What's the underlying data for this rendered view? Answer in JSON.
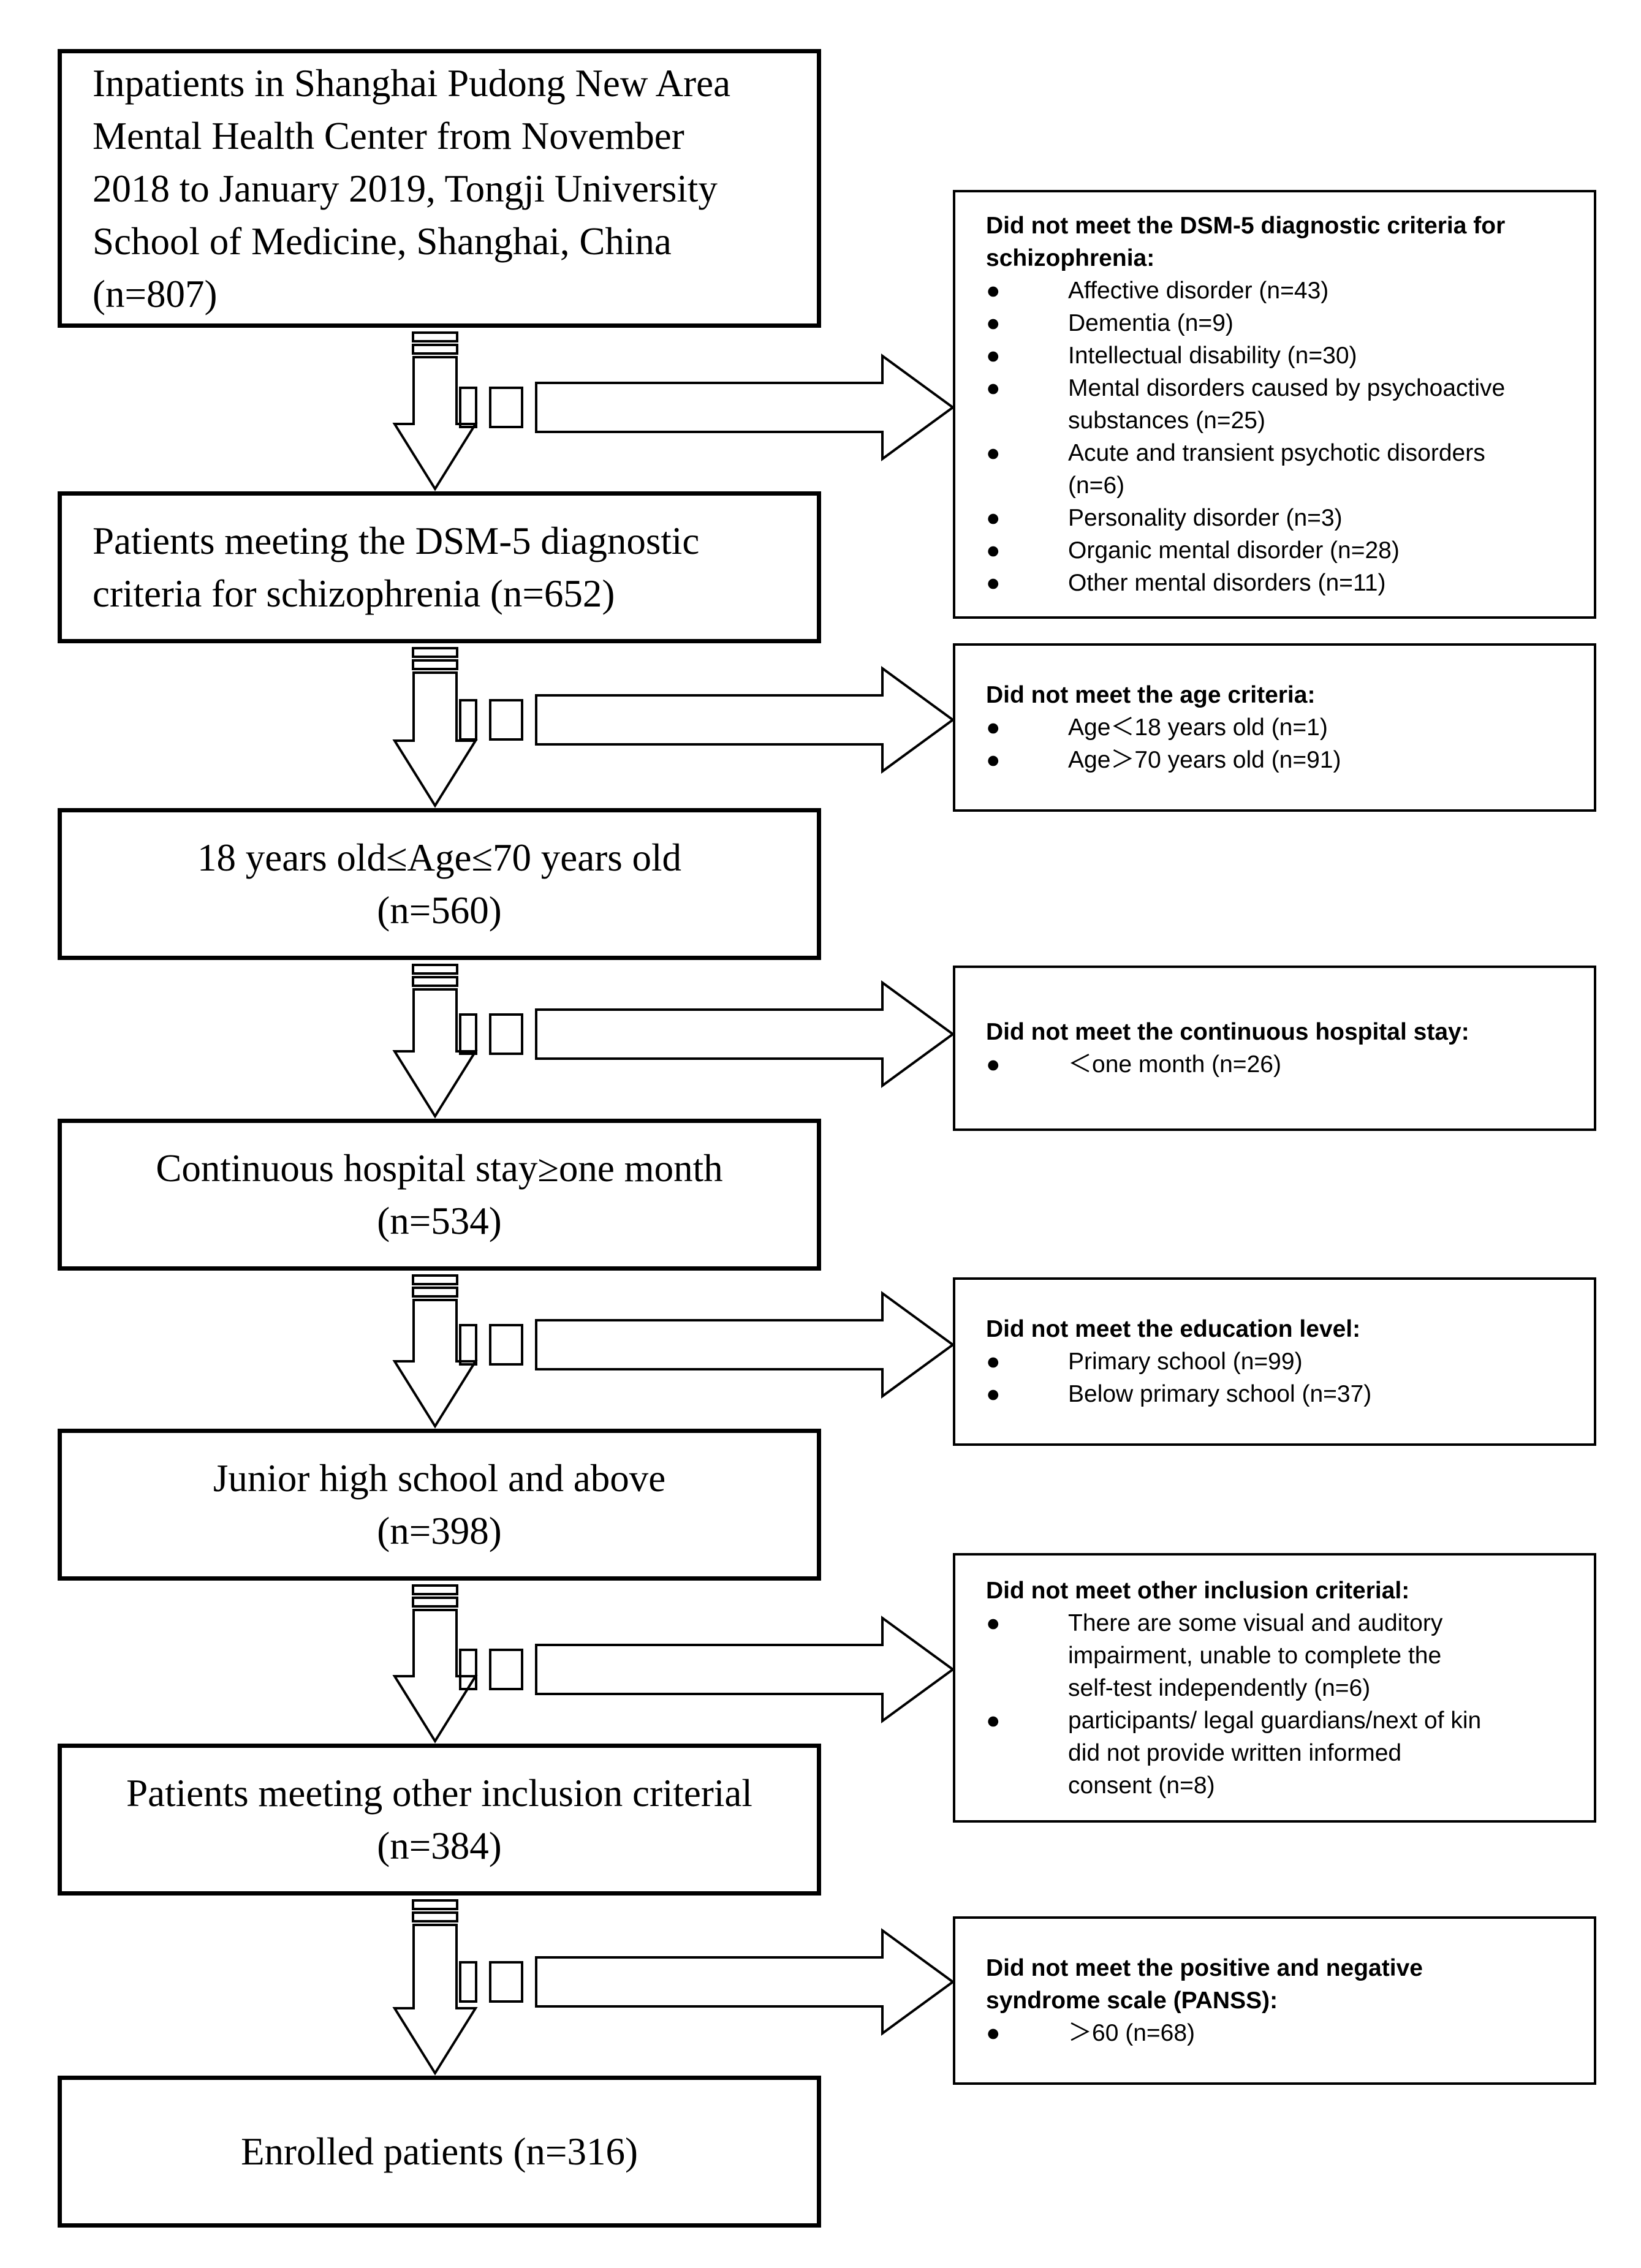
{
  "main_boxes": [
    {
      "lines": [
        "Inpatients in Shanghai Pudong New Area",
        "Mental Health Center from November",
        "2018 to January 2019, Tongji University",
        "School of Medicine, Shanghai, China",
        "(n=807)"
      ]
    },
    {
      "lines": [
        "Patients meeting the DSM-5 diagnostic",
        "criteria for schizophrenia (n=652)"
      ]
    },
    {
      "lines": [
        "18 years old≤Age≤70 years old",
        "(n=560)"
      ]
    },
    {
      "lines": [
        "Continuous hospital stay≥one month",
        "(n=534)"
      ]
    },
    {
      "lines": [
        "Junior high school and above",
        "(n=398)"
      ]
    },
    {
      "lines": [
        "Patients meeting other inclusion criterial",
        "(n=384)"
      ]
    },
    {
      "lines": [
        "Enrolled patients (n=316)"
      ]
    }
  ],
  "exclusion_boxes": [
    {
      "title_lines": [
        "Did not meet the DSM-5 diagnostic criteria for",
        "schizophrenia:"
      ],
      "items": [
        [
          "Affective disorder (n=43)"
        ],
        [
          "Dementia (n=9)"
        ],
        [
          "Intellectual disability (n=30)"
        ],
        [
          "Mental disorders caused by psychoactive",
          "substances (n=25)"
        ],
        [
          "Acute and transient psychotic disorders",
          "(n=6)"
        ],
        [
          "Personality disorder (n=3)"
        ],
        [
          "Organic mental disorder (n=28)"
        ],
        [
          "Other mental disorders (n=11)"
        ]
      ]
    },
    {
      "title_lines": [
        "Did not meet the age criteria:"
      ],
      "items": [
        [
          "Age＜18 years old (n=1)"
        ],
        [
          "Age＞70 years old (n=91)"
        ]
      ]
    },
    {
      "title_lines": [
        "Did not meet the continuous hospital stay:"
      ],
      "items": [
        [
          "＜one month (n=26)"
        ]
      ]
    },
    {
      "title_lines": [
        "Did not meet the education level:"
      ],
      "items": [
        [
          "Primary school (n=99)"
        ],
        [
          "Below primary school (n=37)"
        ]
      ]
    },
    {
      "title_lines": [
        "Did not meet other inclusion criterial:"
      ],
      "items": [
        [
          "There are some visual and auditory",
          "impairment, unable to complete the",
          "self-test independently (n=6)"
        ],
        [
          "participants/ legal guardians/next of kin",
          "did not provide written informed",
          "consent (n=8)"
        ]
      ]
    },
    {
      "title_lines": [
        "Did not meet the positive and negative",
        "syndrome scale (PANSS):"
      ],
      "items": [
        [
          "＞60 (n=68)"
        ]
      ]
    }
  ],
  "bullet_char": "●"
}
